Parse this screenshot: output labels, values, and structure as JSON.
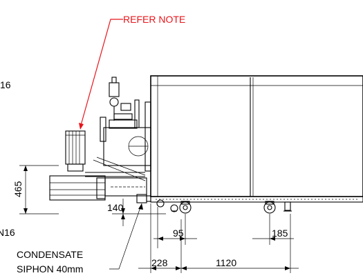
{
  "labels": {
    "refer_note": "REFER NOTE",
    "partial_top": "16",
    "partial_left": "N16",
    "condensate_line1": "CONDENSATE",
    "condensate_line2": "SIPHON 40mm"
  },
  "dimensions": {
    "height_465": "465",
    "clearance_140": "140",
    "offset_95": "95",
    "offset_185": "185",
    "offset_228": "228",
    "length_1120": "1120"
  },
  "colors": {
    "line": "#000000",
    "callout": "#e8141a",
    "background": "#ffffff"
  }
}
